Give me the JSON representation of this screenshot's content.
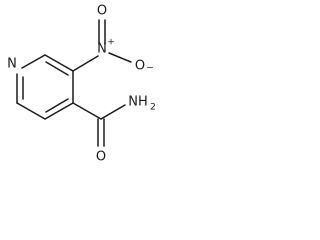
{
  "molecule": {
    "atoms": {
      "ring_n": "N",
      "nitro_n": "N",
      "nitro_n_charge": "+",
      "nitro_o_double": "O",
      "nitro_o_single": "O",
      "nitro_o_charge": "−",
      "amide_o": "O",
      "amide_nh2": "NH",
      "amide_nh2_sub": "2"
    }
  }
}
